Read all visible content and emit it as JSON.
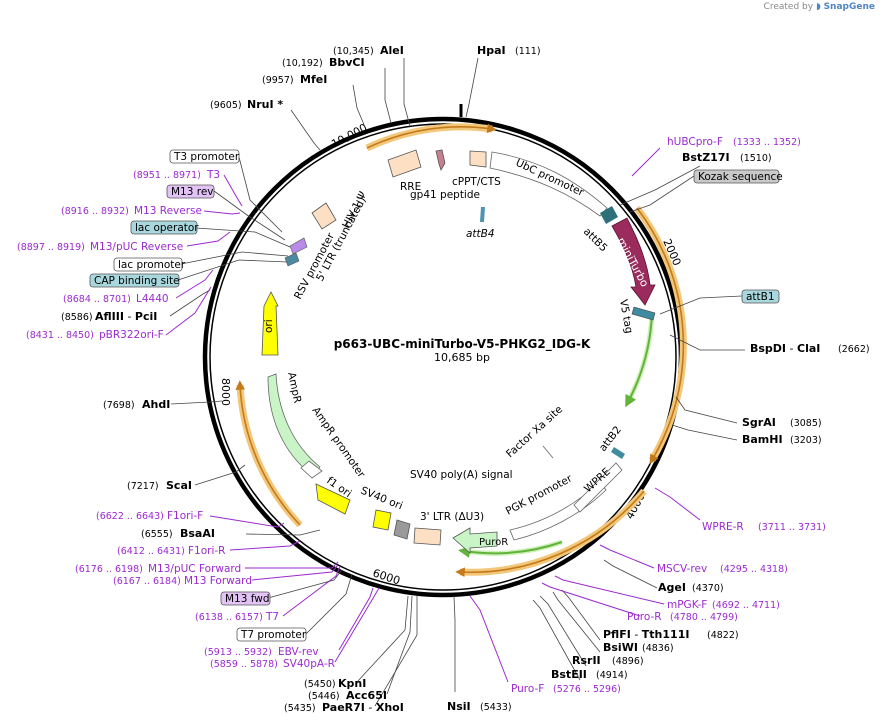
{
  "credit": {
    "prefix": "Created by",
    "brand": "SnapGene"
  },
  "plasmid": {
    "name": "p663-UBC-miniTurbo-V5-PHKG2_IDG-K",
    "length": "10,685 bp"
  },
  "ticks": [
    "10,000",
    "2000",
    "4000",
    "6000",
    "8000"
  ],
  "enzymes": [
    {
      "name": "AleI",
      "pos": "(10,345)"
    },
    {
      "name": "HpaI",
      "pos": "(111)"
    },
    {
      "name": "BbvCI",
      "pos": "(10,192)"
    },
    {
      "name": "MfeI",
      "pos": "(9957)"
    },
    {
      "name": "NruI *",
      "pos": "(9605)"
    },
    {
      "name": "BstZ17I",
      "pos": "(1510)"
    },
    {
      "name": "BspDI",
      "sep": " - ",
      "name2": "ClaI",
      "pos": "(2662)"
    },
    {
      "name": "SgrAI",
      "pos": "(3085)"
    },
    {
      "name": "BamHI",
      "pos": "(3203)"
    },
    {
      "name": "AgeI",
      "pos": "(4370)"
    },
    {
      "name": "PflFI",
      "sep": " - ",
      "name2": "Tth111I",
      "pos": "(4822)"
    },
    {
      "name": "BsiWI",
      "pos": "(4836)"
    },
    {
      "name": "RsrII",
      "pos": "(4896)"
    },
    {
      "name": "BstEII",
      "pos": "(4914)"
    },
    {
      "name": "NsiI",
      "pos": "(5433)"
    },
    {
      "name": "KpnI",
      "pos": "(5450)"
    },
    {
      "name": "Acc65I",
      "pos": "(5446)"
    },
    {
      "name": "PaeR7I",
      "sep": " - ",
      "name2": "XhoI",
      "pos": "(5435)"
    },
    {
      "name": "BsaAI",
      "pos": "(6555)"
    },
    {
      "name": "ScaI",
      "pos": "(7217)"
    },
    {
      "name": "AhdI",
      "pos": "(7698)"
    },
    {
      "name": "AflIII",
      "sep": " - ",
      "name2": "PciI",
      "pos": "(8586)"
    }
  ],
  "primers": [
    {
      "name": "hUBCpro-F",
      "pos": "(1333 .. 1352)"
    },
    {
      "name": "WPRE-R",
      "pos": "(3711 .. 3731)"
    },
    {
      "name": "MSCV-rev",
      "pos": "(4295 .. 4318)"
    },
    {
      "name": "mPGK-F",
      "pos": "(4692 .. 4711)"
    },
    {
      "name": "Puro-R",
      "pos": "(4780 .. 4799)"
    },
    {
      "name": "Puro-F",
      "pos": "(5276 .. 5296)"
    },
    {
      "name": "SV40pA-R",
      "pos": "(5859 .. 5878)"
    },
    {
      "name": "EBV-rev",
      "pos": "(5913 .. 5932)"
    },
    {
      "name": "T7",
      "pos": "(6138 .. 6157)"
    },
    {
      "name": "M13 Forward",
      "pos": "(6167 .. 6184)"
    },
    {
      "name": "M13/pUC Forward",
      "pos": "(6176 .. 6198)"
    },
    {
      "name": "F1ori-R",
      "pos": "(6412 .. 6431)"
    },
    {
      "name": "F1ori-F",
      "pos": "(6622 .. 6643)"
    },
    {
      "name": "pBR322ori-F",
      "pos": "(8431 .. 8450)"
    },
    {
      "name": "L4440",
      "pos": "(8684 .. 8701)"
    },
    {
      "name": "M13/pUC Reverse",
      "pos": "(8897 .. 8919)"
    },
    {
      "name": "M13 Reverse",
      "pos": "(8916 .. 8932)"
    },
    {
      "name": "T3",
      "pos": "(8951 .. 8971)"
    }
  ],
  "boxed_features": {
    "t3_promoter": "T3 promoter",
    "m13_rev": "M13 rev",
    "lac_operator": "lac operator",
    "lac_promoter": "lac promoter",
    "cap_site": "CAP binding site",
    "kozak": "Kozak sequence",
    "attb1": "attB1",
    "m13_fwd": "M13 fwd",
    "t7_promoter": "T7 promoter"
  },
  "features": {
    "rre": "RRE",
    "gp41": "gp41 peptide",
    "cppt": "cPPT/CTS",
    "ubc": "UbC promoter",
    "attb4": "attB4",
    "attb5": "attB5",
    "miniturbo": "miniTurbo",
    "v5": "V5 tag",
    "hiv": "HIV-1 Ψ",
    "rsv": "RSV promoter",
    "ltr5": "5' LTR (truncated)",
    "ori": "ori",
    "ampr": "AmpR",
    "ampr_prom": "AmpR promoter",
    "f1ori": "f1 ori",
    "sv40ori": "SV40 ori",
    "sv40pa": "SV40 poly(A) signal",
    "ltr3": "3' LTR (ΔU3)",
    "pgk": "PGK promoter",
    "puror": "PuroR",
    "wpre": "WPRE",
    "factorxa": "Factor Xa site",
    "attb2": "attB2"
  },
  "colors": {
    "orf_highlight": "#f2c77a",
    "orf_arrow": "#c47a1a",
    "puror_green": "#63b33a",
    "miniturbo": "#9b2a5d",
    "ori_yellow": "#ffff00",
    "ampr_green": "#c9f5c6",
    "primer": "#9b2ad0",
    "cap_box": "#a9d7de",
    "kozak_box": "#c9c9c9",
    "m13_box": "#e3c2f5"
  }
}
